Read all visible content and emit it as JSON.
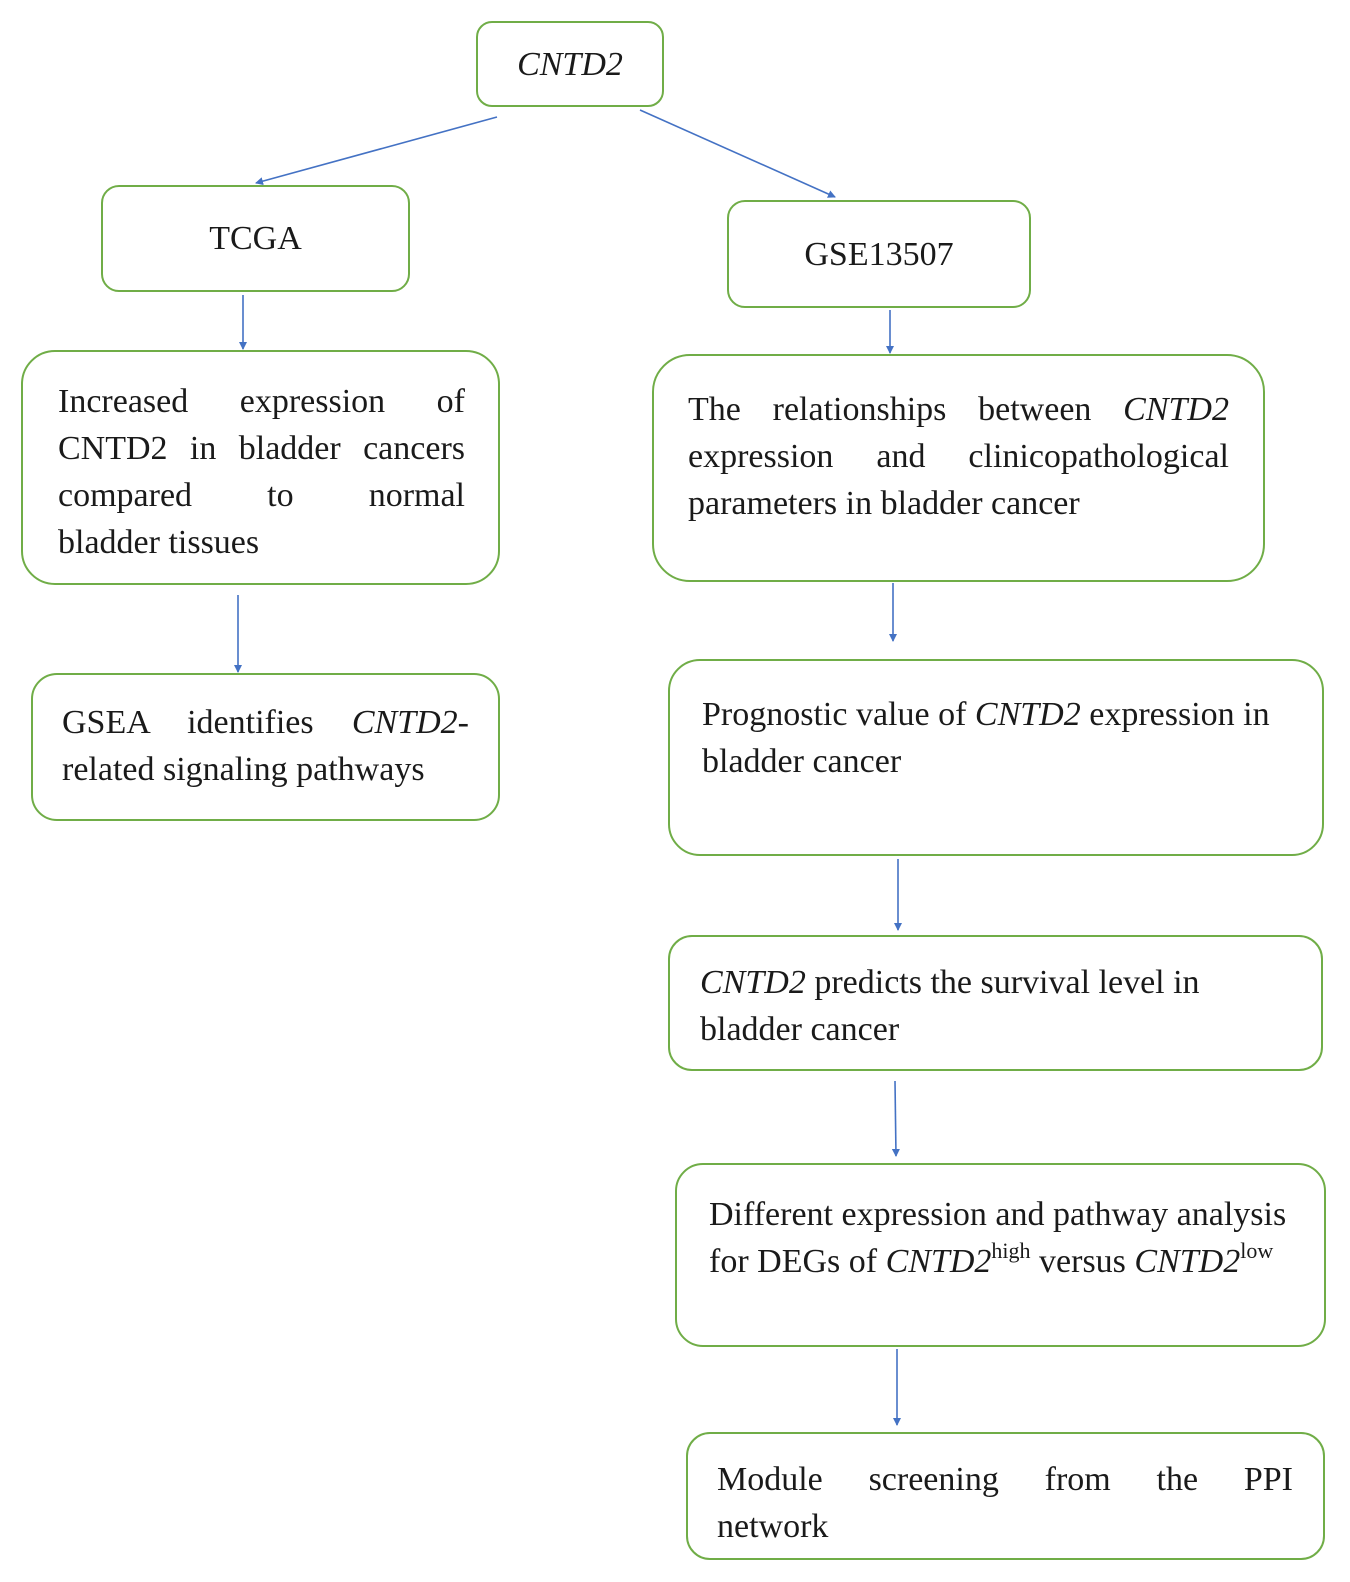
{
  "nodes": {
    "root": {
      "label": "CNTD2"
    },
    "tcga": {
      "label": "TCGA"
    },
    "gse": {
      "label": "GSE13507"
    },
    "increased": {
      "line1": "Increased expression of",
      "line2": "CNTD2 in bladder cancers",
      "line3": "compared to normal",
      "line4": "bladder tissues"
    },
    "gsea": {
      "pre": "GSEA identifies ",
      "gene": "CNTD2",
      "post": "-related signaling pathways"
    },
    "relationships": {
      "pre": "The relationships between ",
      "gene": "CNTD2",
      "post": " expression and clinicopathological parameters in bladder cancer"
    },
    "prognostic": {
      "pre": "Prognostic value of ",
      "gene": "CNTD2",
      "post": " expression in bladder cancer"
    },
    "survival": {
      "gene": "CNTD2",
      "post": " predicts the survival level in bladder cancer"
    },
    "different": {
      "pre": "Different expression and pathway analysis for DEGs of ",
      "gene1": "CNTD2",
      "sup1": "high",
      "mid": " versus ",
      "gene2": "CNTD2",
      "sup2": "low"
    },
    "module": {
      "line1": "Module screening from the PPI",
      "line2": "network"
    }
  },
  "colors": {
    "border": "#70ad47",
    "arrow": "#4472c4",
    "text": "#1a1a1a"
  }
}
